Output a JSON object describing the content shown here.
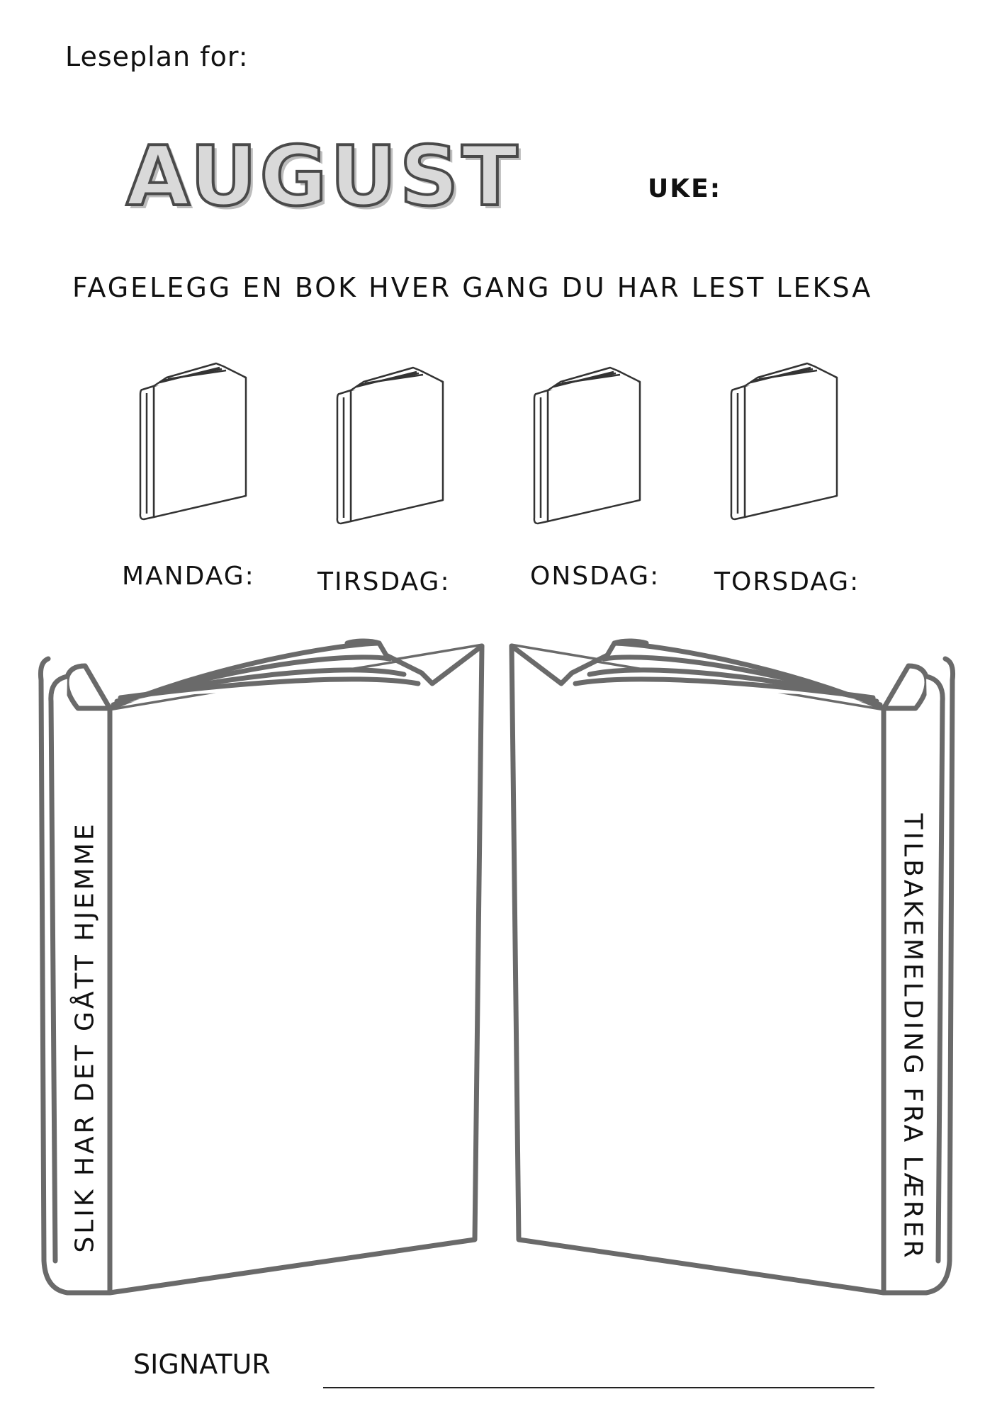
{
  "header": {
    "reading_plan_label": "Leseplan for:",
    "month": "AUGUST",
    "week_label": "UKE:"
  },
  "instruction": "FAGELEGG EN BOK HVER GANG DU HAR LEST LEKSA",
  "days": [
    {
      "label": "MANDAG:"
    },
    {
      "label": "TIRSDAG:"
    },
    {
      "label": "ONSDAG:"
    },
    {
      "label": "TORSDAG:"
    }
  ],
  "home_section": {
    "spine_text": "SLIK HAR DET GÅTT HJEMME"
  },
  "teacher_section": {
    "spine_text": "TILBAKEMELDING FRA LÆRER"
  },
  "signature": {
    "label": "SIGNATUR"
  },
  "colors": {
    "ink": "#111111",
    "outline": "#6a6a6a",
    "month_fill": "#d9d9d9"
  }
}
